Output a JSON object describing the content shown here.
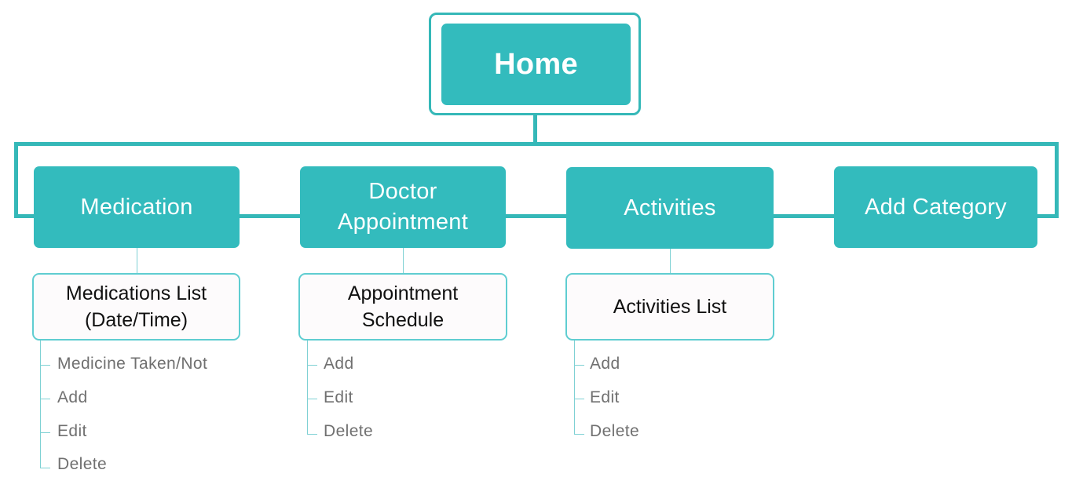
{
  "home": {
    "label": "Home"
  },
  "categories": [
    {
      "label": "Medication",
      "sublabel": "Medications List\n(Date/Time)",
      "items": [
        "Medicine Taken/Not",
        "Add",
        "Edit",
        "Delete"
      ]
    },
    {
      "label": "Doctor\nAppointment",
      "sublabel": "Appointment\nSchedule",
      "items": [
        "Add",
        "Edit",
        "Delete"
      ]
    },
    {
      "label": "Activities",
      "sublabel": "Activities List",
      "items": [
        "Add",
        "Edit",
        "Delete"
      ]
    },
    {
      "label": "Add Category"
    }
  ],
  "colors": {
    "node_fill": "#33bbbd",
    "connector": "#35b8b8",
    "sub_border": "#5fcdd1",
    "leaf_text": "#707070"
  }
}
